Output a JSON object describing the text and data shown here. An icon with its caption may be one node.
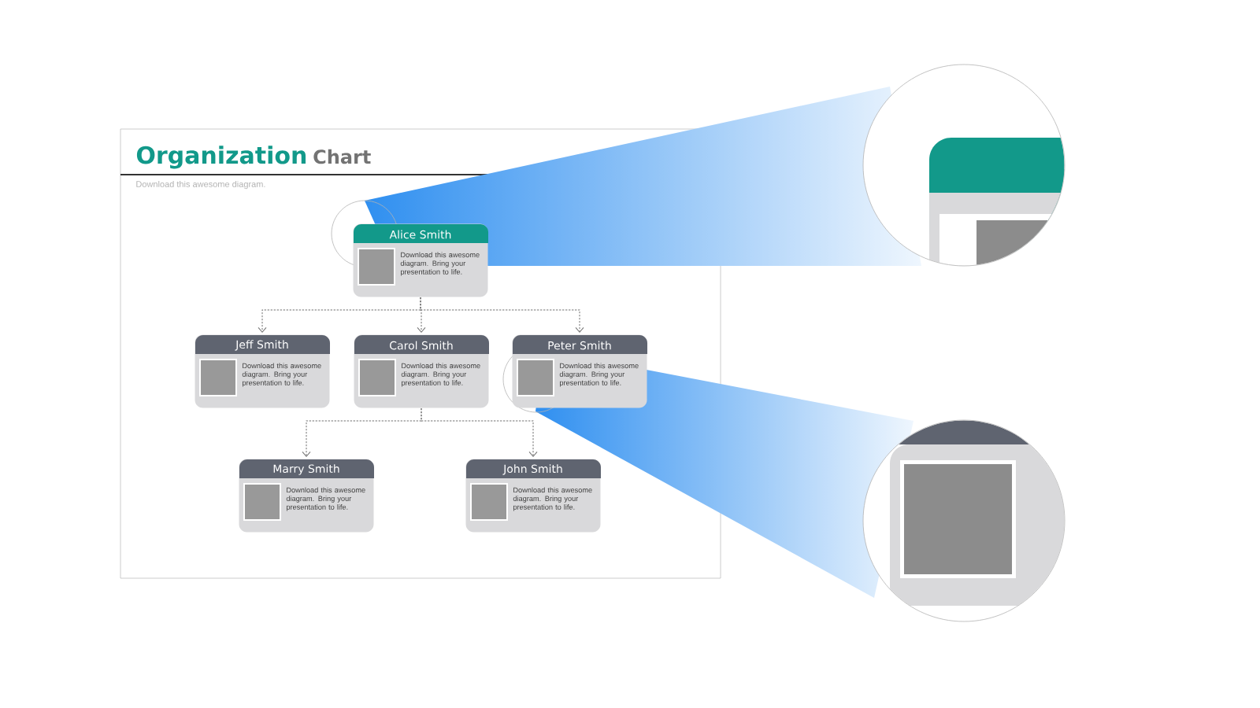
{
  "diagram": {
    "title": "Organization",
    "nodes": [
      {
        "text": [
          "Alice Smith",
          "Download this awesome diagram. Bring your presentation to life."
        ]
      },
      {
        "text": [
          "Jeff Smith",
          "Download this awesome diagram. Bring your presentation to life."
        ]
      },
      {
        "text": [
          "Carol Smith",
          "Download this awesome diagram. Bring your presentation to life."
        ]
      },
      {
        "text": [
          "Peter Smith",
          "Download this awesome diagram. Bring your presentation to life."
        ]
      },
      {
        "text": [
          "Marry Smith",
          "Download this awesome diagram. Bring your presentation to life."
        ]
      },
      {
        "text": [
          "John Smith",
          "Download this awesome diagram. Bring your presentation to life."
        ]
      }
    ],
    "edges": [
      {
        "from": 0,
        "to": 1,
        "arrow": "to"
      },
      {
        "from": 0,
        "to": 2,
        "arrow": "to"
      },
      {
        "from": 0,
        "to": 3,
        "arrow": "to"
      },
      {
        "from": 2,
        "to": 4,
        "arrow": "to"
      },
      {
        "from": 2,
        "to": 5,
        "arrow": "to"
      }
    ],
    "labels": [
      "Chart",
      "Download this awesome diagram."
    ]
  }
}
